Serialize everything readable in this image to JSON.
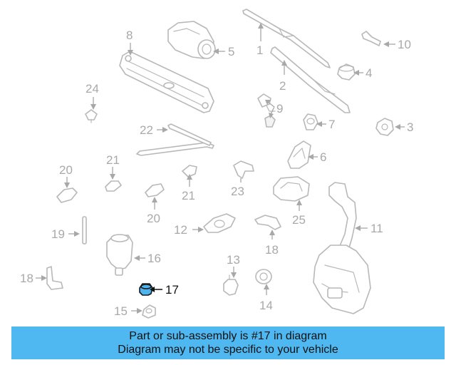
{
  "callouts": {
    "c1": "1",
    "c2": "2",
    "c3": "3",
    "c4": "4",
    "c5": "5",
    "c6": "6",
    "c7": "7",
    "c8": "8",
    "c9": "9",
    "c10": "10",
    "c11": "11",
    "c12": "12",
    "c13": "13",
    "c14": "14",
    "c15": "15",
    "c16": "16",
    "c17": "17",
    "c18": "18",
    "c18b": "18",
    "c19": "19",
    "c20a": "20",
    "c20b": "20",
    "c21a": "21",
    "c21b": "21",
    "c22": "22",
    "c23": "23",
    "c24": "24",
    "c25": "25"
  },
  "highlighted_part": "17",
  "highlight_color": "#4fb4ee",
  "banner": {
    "line1": "Part or sub-assembly is #17 in diagram",
    "line2": "Diagram may not be specific to your vehicle",
    "background": "#4fb8f0"
  }
}
